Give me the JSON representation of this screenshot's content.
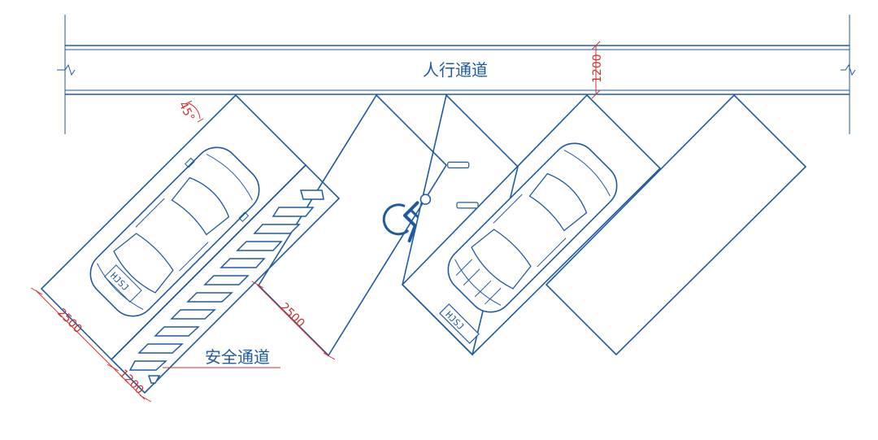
{
  "title": "",
  "labels": {
    "walkway": "人行通道",
    "safety_passage": "安全通道"
  },
  "dimensions": {
    "walkway_width": "1200",
    "angle": "45°",
    "stall_width_left": "2500",
    "passage_width": "1200",
    "stall_width_mid": "2500"
  },
  "symbols": {
    "accessible": "wheelchair-symbol",
    "car_logo": "HJSJ"
  },
  "colors": {
    "linework": "#1e5aa0",
    "dimension": "#d0312d",
    "background": "#ffffff"
  }
}
